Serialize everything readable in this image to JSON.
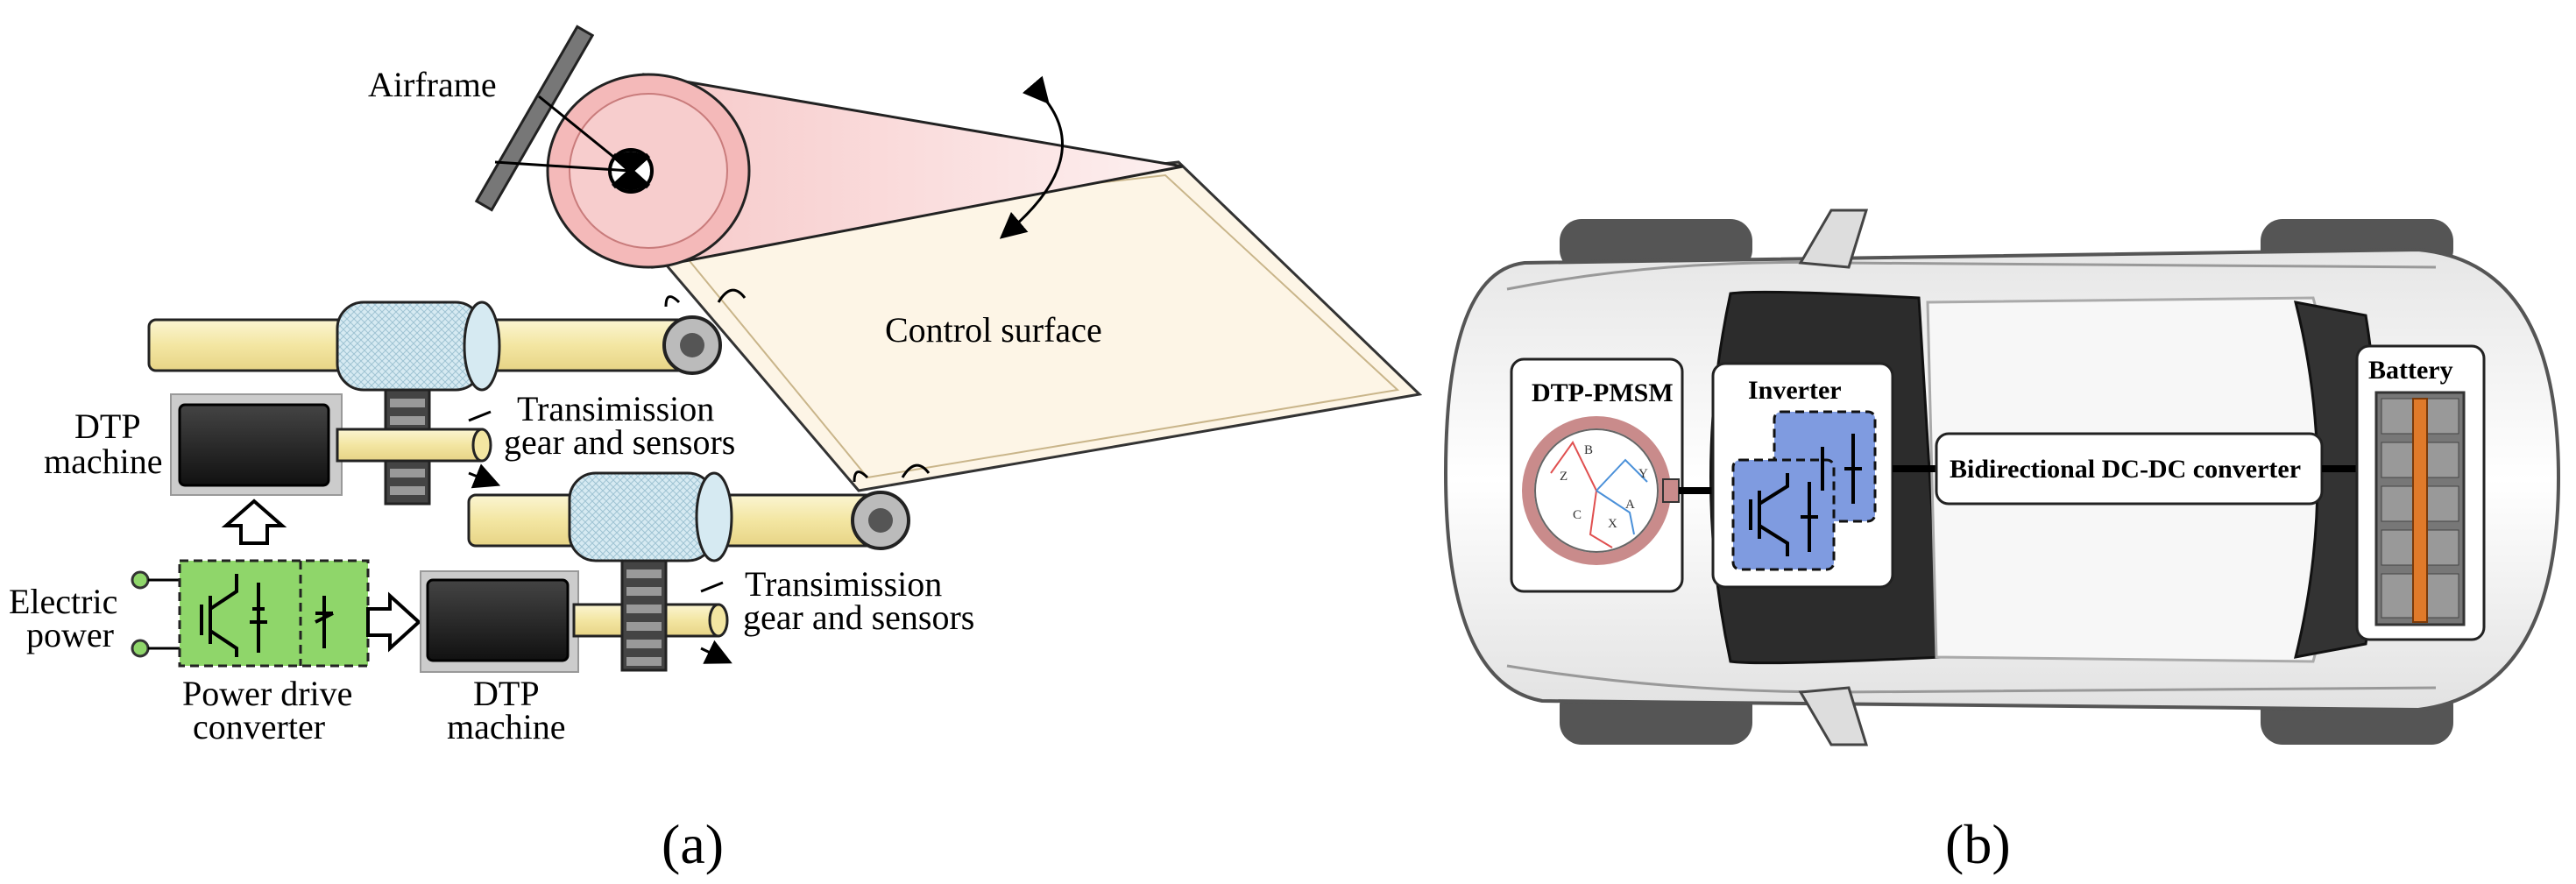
{
  "panel_a": {
    "labels": {
      "airframe": "Airframe",
      "control_surface": "Control surface",
      "dtp_machine_top_1": "DTP",
      "dtp_machine_top_2": "machine",
      "transmission_top_1": "Transimission",
      "transmission_top_2": "gear and sensors",
      "electric_power_1": "Electric",
      "electric_power_2": "power",
      "power_drive_1": "Power drive",
      "power_drive_2": "converter",
      "dtp_machine_bottom_1": "DTP",
      "dtp_machine_bottom_2": "machine",
      "transmission_bottom_1": "Transimission",
      "transmission_bottom_2": "gear and sensors"
    },
    "caption": "(a)"
  },
  "panel_b": {
    "labels": {
      "motor": "DTP-PMSM",
      "inverter": "Inverter",
      "dcdc": "Bidirectional DC-DC converter",
      "battery": "Battery",
      "phase_a": "A",
      "phase_b": "B",
      "phase_c": "C",
      "phase_x": "X",
      "phase_y": "Y",
      "phase_z": "Z"
    },
    "caption": "(b)"
  },
  "colors": {
    "shaft": "#f5eab0",
    "gear_housing": "#cfe6f0",
    "converter": "#8fd66a",
    "inverter": "#7f9be0",
    "control_surface": "#fdf5e6",
    "hinge_tube": "#f4c8c8",
    "stator": "#c98b8b"
  }
}
